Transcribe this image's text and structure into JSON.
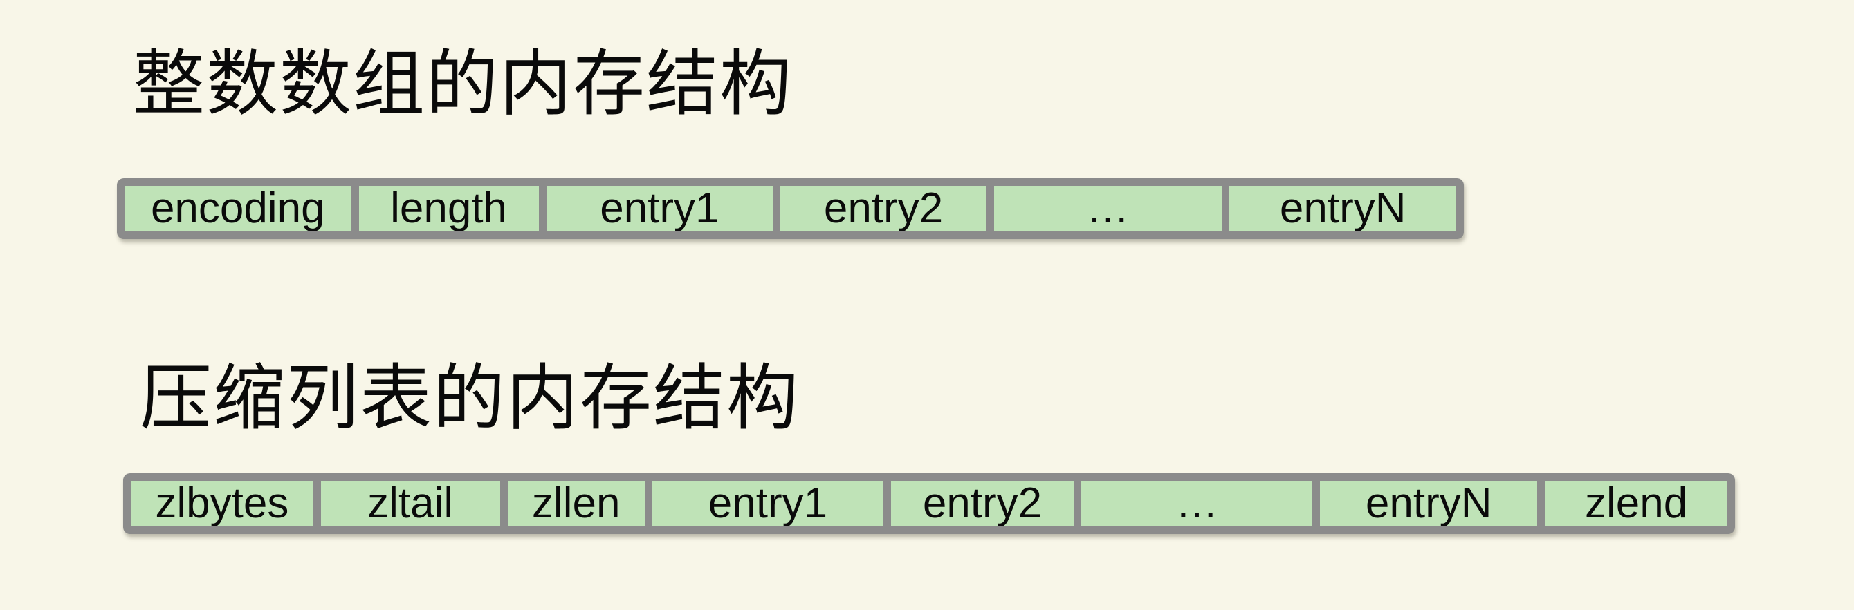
{
  "canvas": {
    "background_color": "#f8f6e8",
    "cell_fill_color": "#bfe3b7",
    "cell_border_color": "#8b8b8b",
    "text_color": "#0a0a0a"
  },
  "sections": [
    {
      "title": "整数数组的内存结构",
      "cells": [
        "encoding",
        "length",
        "entry1",
        "entry2",
        "…",
        "entryN"
      ]
    },
    {
      "title": "压缩列表的内存结构",
      "cells": [
        "zlbytes",
        "zltail",
        "zllen",
        "entry1",
        "entry2",
        "…",
        "entryN",
        "zlend"
      ]
    }
  ]
}
